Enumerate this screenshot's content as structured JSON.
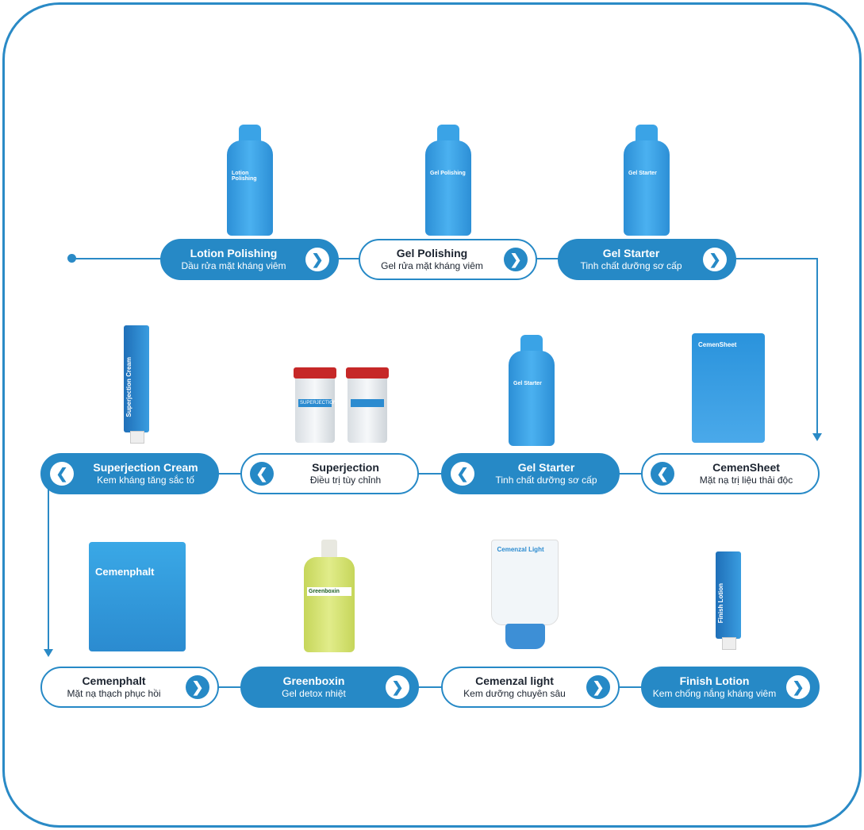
{
  "colors": {
    "accent": "#2689c6"
  },
  "rows": [
    [
      {
        "title": "Lotion Polishing",
        "subtitle": "Dầu rửa mặt kháng viêm",
        "style": "fill",
        "product_label": "Lotion Polishing"
      },
      {
        "title": "Gel Polishing",
        "subtitle": "Gel rửa mặt kháng viêm",
        "style": "out",
        "product_label": "Gel Polishing"
      },
      {
        "title": "Gel Starter",
        "subtitle": "Tinh chất dưỡng sơ cấp",
        "style": "fill",
        "product_label": "Gel Starter"
      }
    ],
    [
      {
        "title": "Superjection Cream",
        "subtitle": "Kem kháng tăng sắc tố",
        "style": "fill",
        "product_label": "Superjection Cream"
      },
      {
        "title": "Superjection",
        "subtitle": "Điều trị tùy chỉnh",
        "style": "out",
        "product_label": "SUPERJECTION"
      },
      {
        "title": "Gel Starter",
        "subtitle": "Tinh chất dưỡng sơ cấp",
        "style": "fill",
        "product_label": "Gel Starter"
      },
      {
        "title": "CemenSheet",
        "subtitle": "Mặt nạ trị liệu thải độc",
        "style": "out",
        "product_label": "CemenSheet"
      }
    ],
    [
      {
        "title": "Cemenphalt",
        "subtitle": "Mặt nạ thạch phục hồi",
        "style": "out",
        "product_label": "Cemenphalt"
      },
      {
        "title": "Greenboxin",
        "subtitle": "Gel detox nhiệt",
        "style": "fill",
        "product_label": "Greenboxin"
      },
      {
        "title": "Cemenzal light",
        "subtitle": "Kem dưỡng chuyên sâu",
        "style": "out",
        "product_label": "Cemenzal Light"
      },
      {
        "title": "Finish Lotion",
        "subtitle": "Kem chống nắng kháng viêm",
        "style": "fill",
        "product_label": "Finish Lotion"
      }
    ]
  ],
  "icons": {
    "next": "chevron-right-icon",
    "prev": "chevron-left-icon"
  }
}
